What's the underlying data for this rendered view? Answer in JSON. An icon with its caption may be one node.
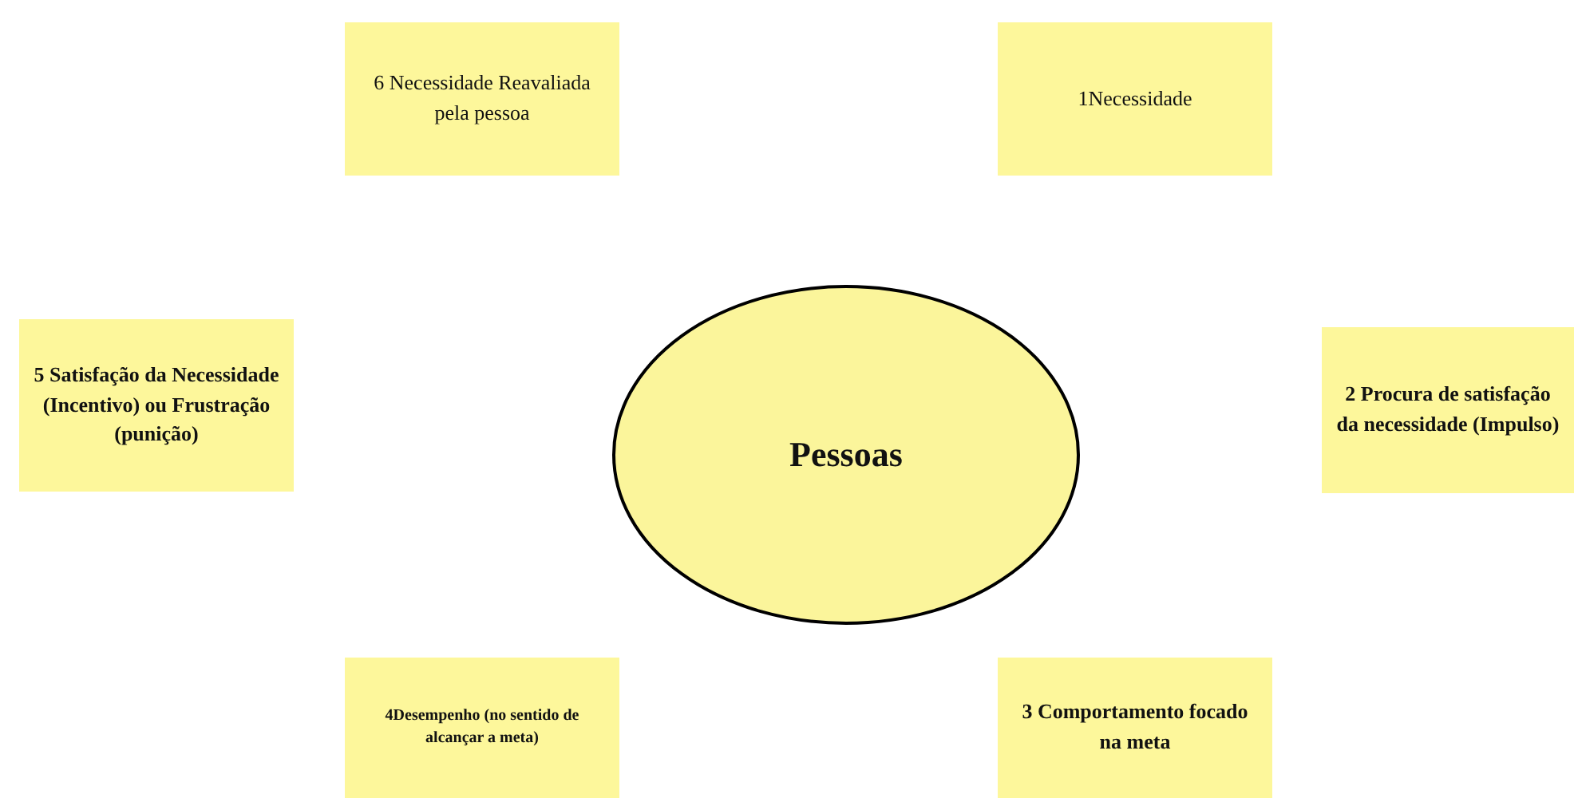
{
  "diagram": {
    "nodes": [
      {
        "text": [
          "6 Necessidade Reavaliada pela pessoa"
        ]
      },
      {
        "text": [
          "1Necessidade"
        ]
      },
      {
        "text": [
          "5 Satisfação da Necessidade (Incentivo) ou Frustração (punição)"
        ]
      },
      {
        "text": [
          "Pessoas"
        ]
      },
      {
        "text": [
          "2 Procura de satisfação da necessidade (Impulso)"
        ]
      },
      {
        "text": [
          "4Desempenho (no sentido de alcançar a meta)"
        ]
      },
      {
        "text": [
          "3 Comportamento focado na meta"
        ]
      }
    ],
    "edges": []
  }
}
